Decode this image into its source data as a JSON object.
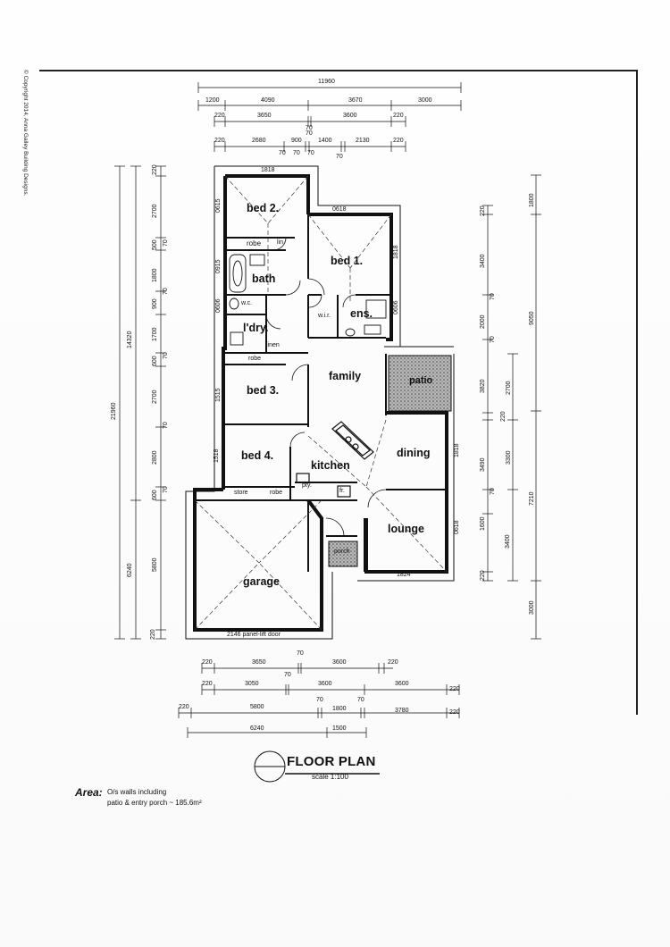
{
  "copyright": "© Copyright 2014, Anna Gailey Building Designs.",
  "title": "FLOOR PLAN",
  "scale": "scale 1:100",
  "area": {
    "label": "Area:",
    "line1": "O/s walls including",
    "line2": "patio & entry porch ~ 185.6m²"
  },
  "rooms": {
    "bed2": "bed 2.",
    "bed1": "bed 1.",
    "bath": "bath",
    "ens": "ens.",
    "ldry": "l'dry.",
    "family": "family",
    "patio": "patio",
    "bed3": "bed 3.",
    "bed4": "bed 4.",
    "kitchen": "kitchen",
    "dining": "dining",
    "lounge": "lounge",
    "garage": "garage",
    "porch": "porch"
  },
  "fixtures": {
    "robe_bed2": "robe",
    "lin": "lin",
    "wc": "w.c.",
    "linen": "linen",
    "robe_bed3": "robe",
    "wir": "w.i.r.",
    "store": "store",
    "robe_bed4": "robe",
    "pty": "pty.",
    "fr": "fr.",
    "garage_door": "2146 panel-lift door"
  },
  "dims_top": {
    "overall": "11960",
    "row2": [
      "1200",
      "4090",
      "3670",
      "3000"
    ],
    "row3": [
      "220",
      "3650",
      "70",
      "3600",
      "220"
    ],
    "row4": [
      "220",
      "2680",
      "900",
      "70",
      "1400",
      "70",
      "2130",
      "220"
    ],
    "row4_small": [
      "70",
      "70",
      "70"
    ]
  },
  "dims_bottom": {
    "row1": [
      "220",
      "3650",
      "70",
      "3600",
      "220"
    ],
    "row2": [
      "220",
      "3050",
      "70",
      "3600",
      "3600",
      "220"
    ],
    "row3": [
      "220",
      "5800",
      "70",
      "1800",
      "70",
      "3780",
      "220"
    ],
    "row4": [
      "6240",
      "1500"
    ]
  },
  "dims_left": {
    "overall": "21960",
    "main": "14320",
    "lower": "6240",
    "chain": [
      "220",
      "2700",
      "500",
      "1800",
      "900",
      "1700",
      "600",
      "2700",
      "70",
      "2800",
      "600",
      "5800",
      "220"
    ],
    "chain_small": [
      "70",
      "70",
      "70",
      "70"
    ]
  },
  "dims_right": {
    "chain": [
      "220",
      "3400",
      "70",
      "2000",
      "70",
      "3820",
      "220",
      "3490",
      "70",
      "1600",
      "3400",
      "220"
    ],
    "outer": [
      "1800",
      "9050",
      "7210",
      "3000"
    ],
    "mid": [
      "2700",
      "3300"
    ]
  },
  "wall_labels": {
    "top_bed2": "1818",
    "top_bed1": "0618",
    "right_bed1": "1818",
    "left_bed2": "0615",
    "left_bath": "0915",
    "left_wc": "0606",
    "right_ens": "0606",
    "left_bed3": "1515",
    "left_bed4": "1518",
    "right_dining": "1818",
    "right_lounge": "0618",
    "bottom_lounge": "1824"
  }
}
